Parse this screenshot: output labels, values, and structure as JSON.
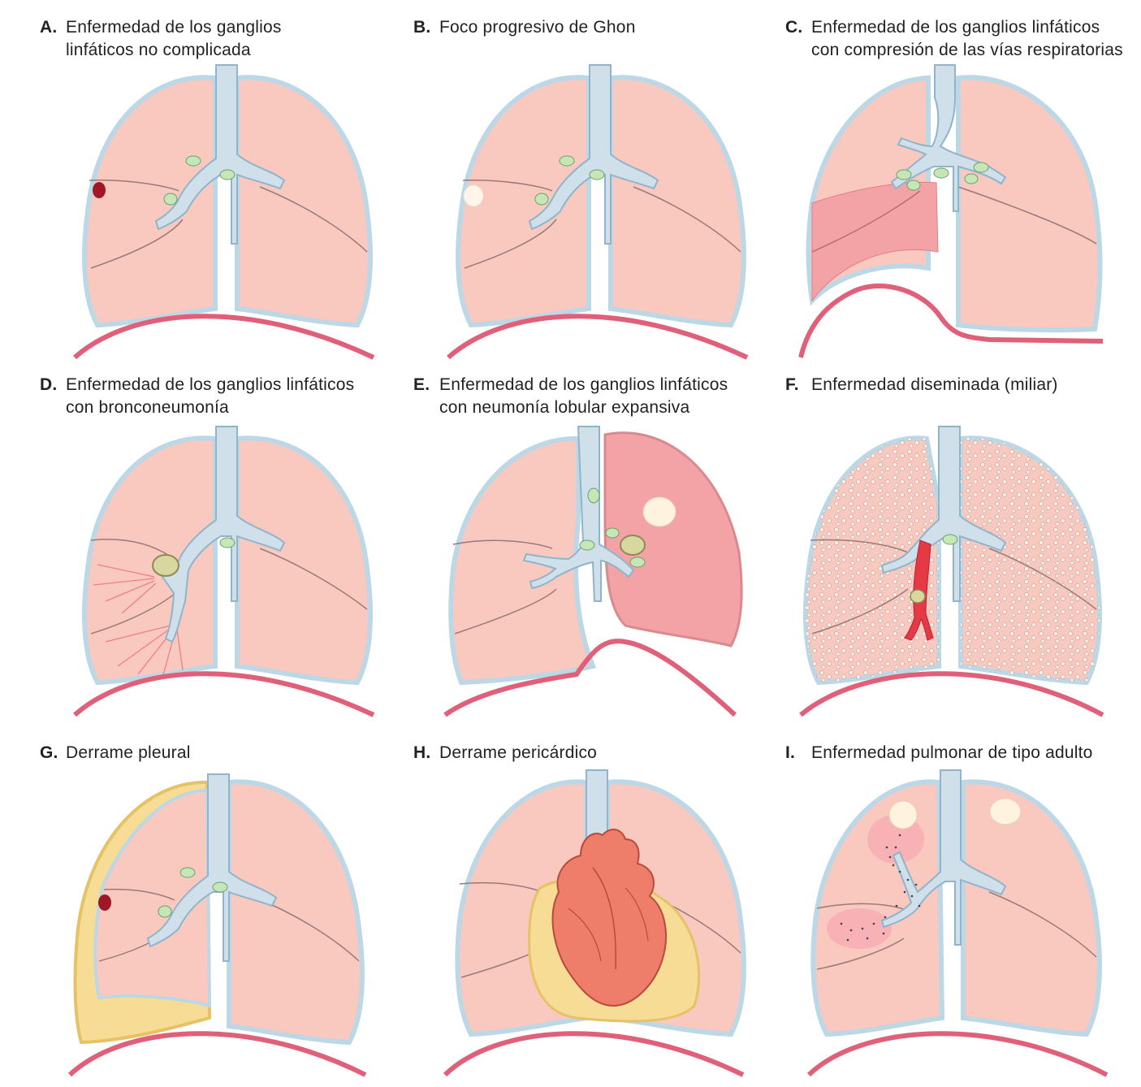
{
  "panels": [
    {
      "letter": "A.",
      "line1": "Enfermedad de los ganglios",
      "line2": "linfáticos no complicada"
    },
    {
      "letter": "B.",
      "line1": "Foco progresivo de Ghon",
      "line2": ""
    },
    {
      "letter": "C.",
      "line1": "Enfermedad de los ganglios linfáticos",
      "line2": "con compresión de las vías respiratorias"
    },
    {
      "letter": "D.",
      "line1": "Enfermedad de los ganglios linfáticos",
      "line2": "con bronconeumonía"
    },
    {
      "letter": "E.",
      "line1": "Enfermedad de los ganglios linfáticos",
      "line2": "con neumonía lobular expansiva"
    },
    {
      "letter": "F.",
      "line1": "Enfermedad diseminada (miliar)",
      "line2": ""
    },
    {
      "letter": "G.",
      "line1": "Derrame pleural",
      "line2": ""
    },
    {
      "letter": "H.",
      "line1": "Derrame pericárdico",
      "line2": ""
    },
    {
      "letter": "I.",
      "line1": "Enfermedad pulmonar de tipo adulto",
      "line2": ""
    }
  ],
  "colors": {
    "lung_fill": "#f9c9bf",
    "lung_glow": "#f3b8c4",
    "airway": "#cfe0ea",
    "airway_stroke": "#8fb4cc",
    "node": "#c6e6b8",
    "diaphragm": "#e0607a",
    "fissure": "#9a7a78",
    "consolidation": "#f3a3a6",
    "effusion": "#f6dc95",
    "heart": "#ee7e6a"
  },
  "icons": [
    "lungs-icon",
    "trachea-icon",
    "lymph-node-icon",
    "ghon-focus-icon",
    "heart-icon"
  ]
}
